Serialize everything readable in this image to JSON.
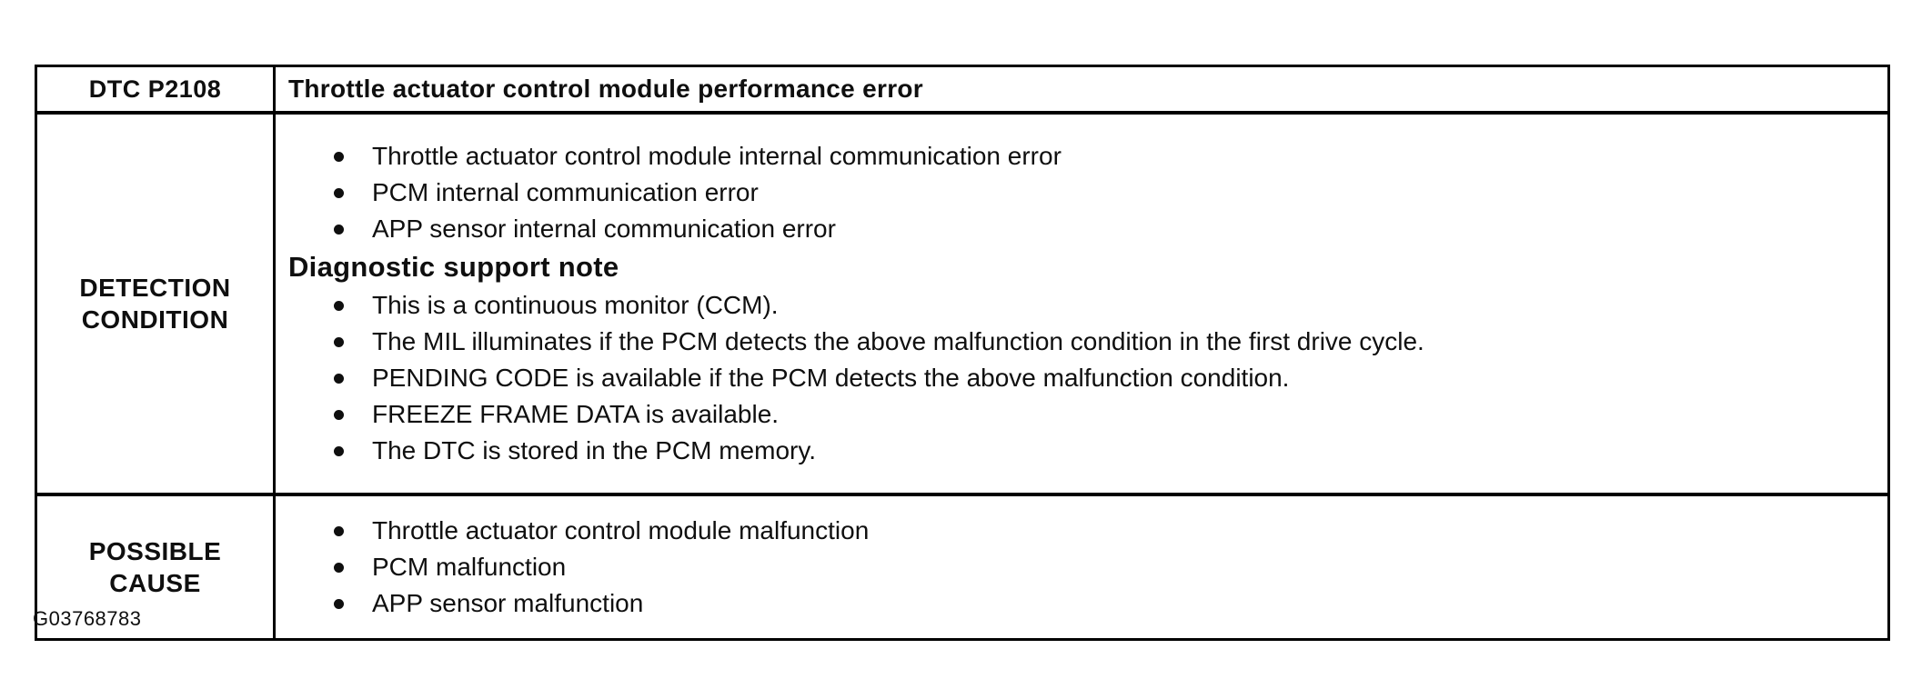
{
  "colors": {
    "background": "#ffffff",
    "text": "#0f0f0f",
    "border": "#000000"
  },
  "header": {
    "code": "DTC P2108",
    "title": "Throttle actuator control module performance error"
  },
  "detection": {
    "label_line1": "DETECTION",
    "label_line2": "CONDITION",
    "items_top": [
      "Throttle actuator control module internal communication error",
      "PCM internal communication error",
      "APP sensor internal communication error"
    ],
    "note_heading": "Diagnostic support note",
    "items_note": [
      "This is a continuous monitor (CCM).",
      "The MIL illuminates if the PCM detects the above malfunction condition in the first drive cycle.",
      "PENDING CODE is available if the PCM detects the above malfunction condition.",
      "FREEZE FRAME DATA is available.",
      "The DTC is stored in the PCM memory."
    ]
  },
  "possible_cause": {
    "label_line1": "POSSIBLE",
    "label_line2": "CAUSE",
    "items": [
      "Throttle actuator control module malfunction",
      "PCM malfunction",
      "APP sensor malfunction"
    ]
  },
  "footer": {
    "figure_id": "G03768783"
  }
}
